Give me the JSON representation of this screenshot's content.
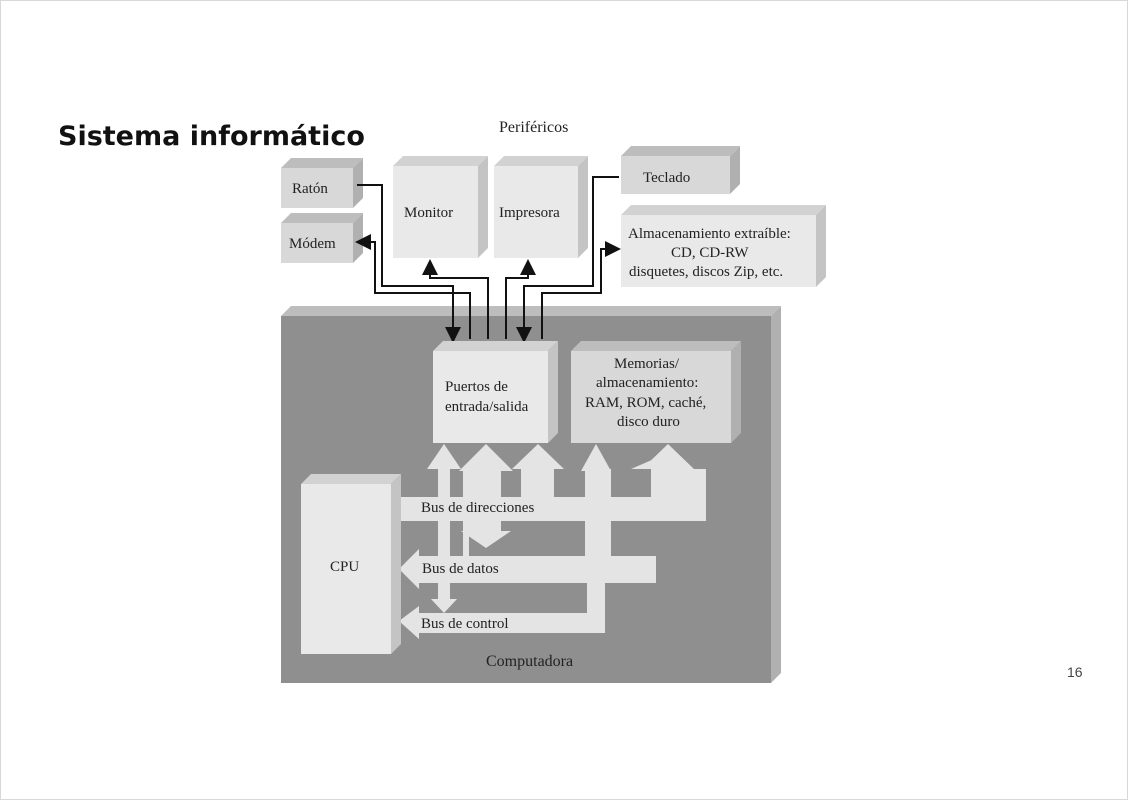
{
  "slide": {
    "title": "Sistema informático",
    "page_number": "16"
  },
  "diagram": {
    "perifericos_label": "Periféricos",
    "computer_label": "Computadora",
    "peripherals": {
      "raton": "Ratón",
      "modem": "Módem",
      "monitor": "Monitor",
      "impresora": "Impresora",
      "teclado": "Teclado",
      "almacenamiento": [
        "Almacenamiento extraíble:",
        "CD, CD-RW",
        "disquetes, discos Zip, etc."
      ]
    },
    "puertos": [
      "Puertos de",
      "entrada/salida"
    ],
    "memorias": [
      "Memorias/",
      "almacenamiento:",
      "RAM, ROM, caché,",
      "disco duro"
    ],
    "cpu": "CPU",
    "buses": {
      "direcciones": "Bus de direcciones",
      "datos": "Bus de datos",
      "control": "Bus de control"
    }
  }
}
